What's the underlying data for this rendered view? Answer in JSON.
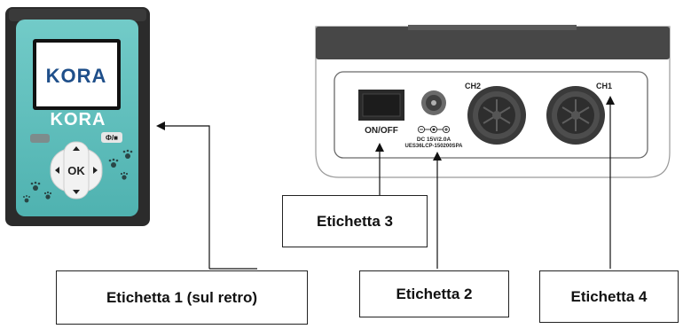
{
  "device": {
    "screen_logo": "KORA",
    "body_logo": "KORA",
    "ok_label": "OK",
    "power_key_label": "Ф/■"
  },
  "panel": {
    "switch_label": "ON/OFF",
    "ch1_label": "CH1",
    "ch2_label": "CH2",
    "power_spec_line1": "DC 15V/2.0A",
    "power_spec_line2": "UES36LCP-150200SPA"
  },
  "labels": {
    "label_1": "Etichetta 1 (sul retro)",
    "label_2": "Etichetta 2",
    "label_3": "Etichetta 3",
    "label_4": "Etichetta 4"
  },
  "colors": {
    "device_teal": "#63c1bf",
    "device_body": "#2b2b2b",
    "panel_dark": "#474747"
  }
}
